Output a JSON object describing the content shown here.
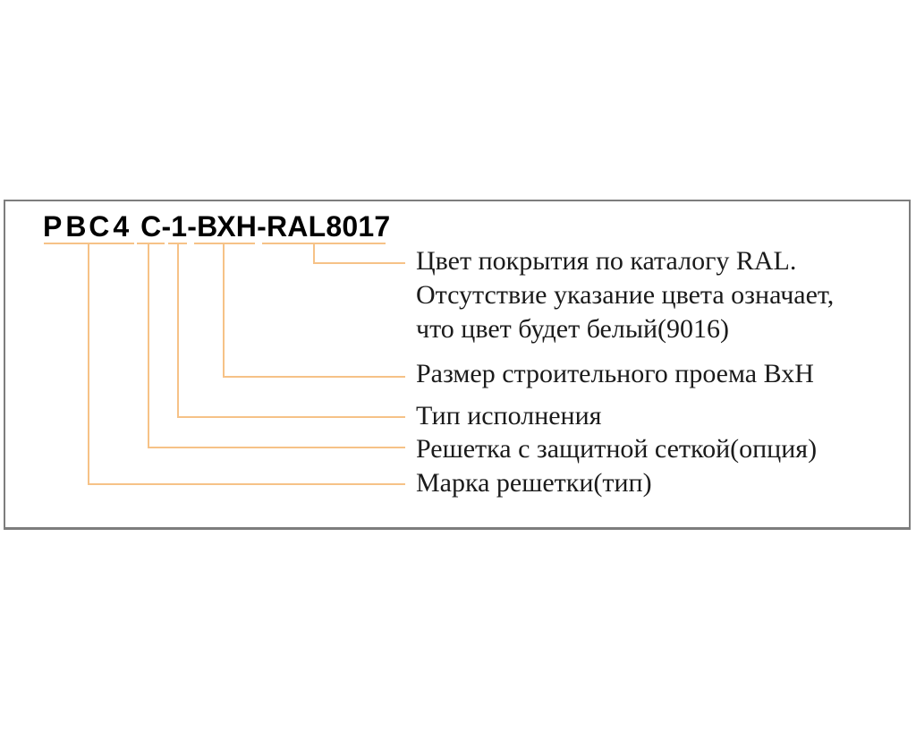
{
  "diagram": {
    "code": {
      "series": "РВС4",
      "variant": "С-1-ВХН-RAL8017"
    },
    "annotations": {
      "color": {
        "lines": [
          "Цвет покрытия по каталогу RAL.",
          "Отсутствие указание цвета означает,",
          "что цвет будет белый(9016)"
        ]
      },
      "size": "Размер строительного проема ВхН",
      "type": "Тип исполнения",
      "mesh": "Решетка с защитной сеткой(опция)",
      "mark": "Марка решетки(тип)"
    },
    "colors": {
      "connector": "#f6c287",
      "frame_border": "#7d7d7d",
      "code_text": "#000000",
      "label_text": "#1b1b1b",
      "page_bg": "#ffffff"
    }
  }
}
